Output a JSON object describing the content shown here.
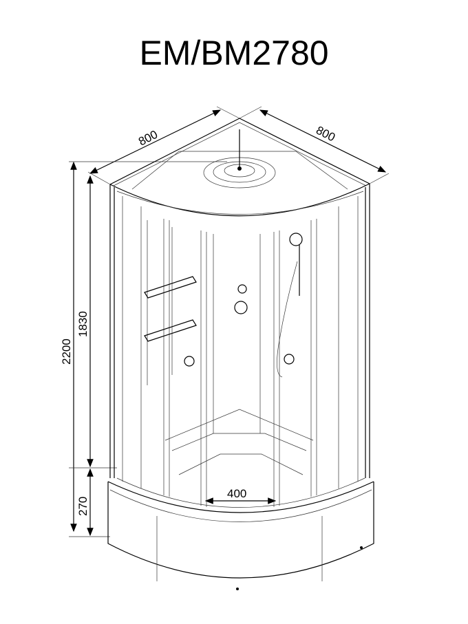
{
  "title": "EM/BM2780",
  "dimensions": {
    "width_left": "800",
    "width_right": "800",
    "total_height": "2200",
    "cabin_height": "1830",
    "tray_height": "270",
    "door_opening": "400"
  }
}
